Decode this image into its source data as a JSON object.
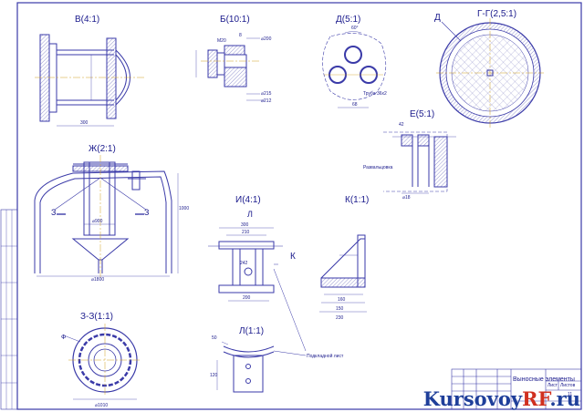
{
  "colors": {
    "line": "#3a3aa8",
    "thin": "#6a6ab8",
    "center": "#d0a020",
    "hatch": "#5050b0",
    "paper": "#ffffff",
    "brand_blue": "#1f3f9a",
    "brand_red": "#d03020"
  },
  "views": {
    "v": "В(4:1)",
    "b": "Б(10:1)",
    "d": "Д(5:1)",
    "gg": "Г-Г(2,5:1)",
    "e": "Е(5:1)",
    "zh": "Ж(2:1)",
    "i": "И(4:1)",
    "k": "К(1:1)",
    "zz": "З-З(1:1)",
    "l": "Л(1:1)"
  },
  "markers": {
    "d_flag": "Д",
    "l_flag": "Л",
    "k_flag": "К",
    "z_left": "З",
    "z_right": "З",
    "phi": "Ф"
  },
  "dims": {
    "v_len": "300",
    "b_m20": "М20",
    "b_d200": "⌀200",
    "b_d215": "⌀215",
    "b_d212": "⌀212",
    "b_8": "8",
    "d_60": "60°",
    "d_68": "68",
    "e_1": "42",
    "e_2": "⌀18",
    "zh_900": "⌀900",
    "zh_1800": "⌀1800",
    "zh_1000": "1000",
    "i_300": "300",
    "i_210": "210",
    "i_242": "242",
    "i_200": "200",
    "k_150": "150",
    "k_230": "230",
    "k_160": "160",
    "zz_1010": "⌀1010",
    "l_50": "50",
    "l_120": "120"
  },
  "notes": {
    "d_tube": "Труба 36х2",
    "e_weld": "Развальцовка",
    "leader": "Подкладной лист"
  },
  "title_block": {
    "name": "Выносные элементы",
    "sheet_label": "Лист",
    "sheets_label": "Листов",
    "sheet_no": "11"
  },
  "watermark": {
    "part1": "Kursovoy",
    "part2": "RF",
    ".ru": ".ru"
  }
}
